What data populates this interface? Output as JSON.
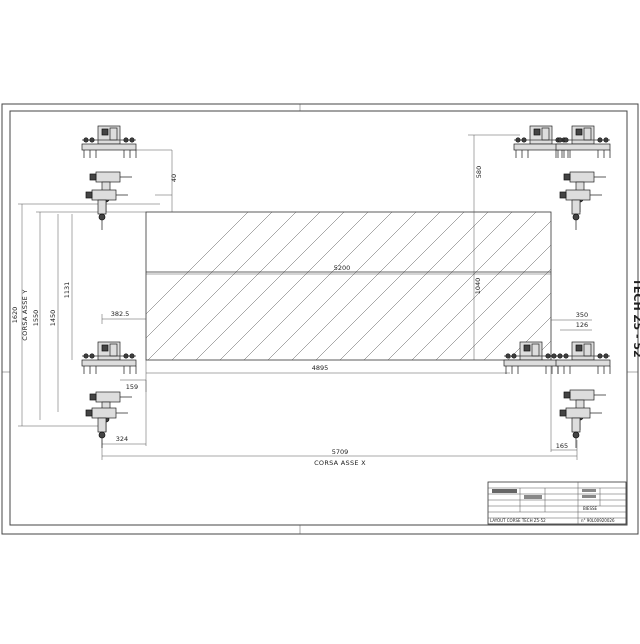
{
  "drawing": {
    "title": "TECH Z5 - 52",
    "dimensions": {
      "table_length": "5200",
      "table_depth": "1040",
      "stroke_x": "5709",
      "stroke_x_label": "CORSA ASSE X",
      "stroke_y": "1620",
      "stroke_y_label": "CORSA ASSE Y",
      "d1550": "1550",
      "d1450": "1450",
      "d1131": "1131",
      "d580": "580",
      "d382": "382.5",
      "d4895": "4895",
      "d159": "159",
      "d324": "324",
      "d165": "165",
      "d350": "350",
      "d126": "126",
      "d40": "40"
    },
    "title_block": {
      "description": "LAYOUT CORSE TECH Z5-52",
      "number": "n° 90L00920026",
      "logo": "BIESSE"
    }
  }
}
